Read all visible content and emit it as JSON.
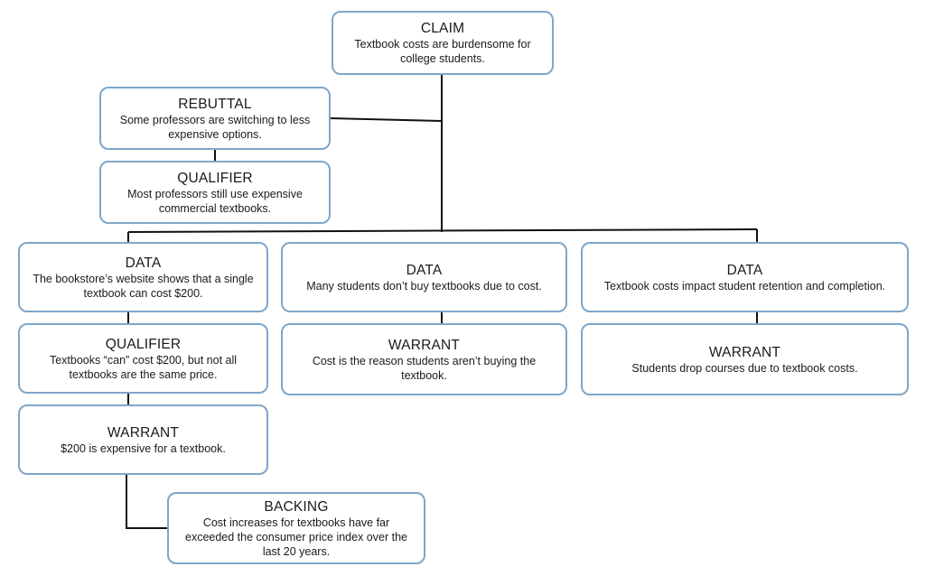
{
  "claim": {
    "title": "CLAIM",
    "text": "Textbook costs are burdensome for college students."
  },
  "rebuttal": {
    "title": "REBUTTAL",
    "text": "Some professors are switching to less expensive options."
  },
  "qualifier_top": {
    "title": "QUALIFIER",
    "text": "Most professors still use expensive commercial textbooks."
  },
  "data_1": {
    "title": "DATA",
    "text": "The bookstore’s website shows that a single textbook can cost $200."
  },
  "data_2": {
    "title": "DATA",
    "text": "Many students don’t buy textbooks due to cost."
  },
  "data_3": {
    "title": "DATA",
    "text": "Textbook costs impact student retention and completion."
  },
  "qualifier_1": {
    "title": "QUALIFIER",
    "text": "Textbooks “can” cost $200, but not all textbooks are the same price."
  },
  "warrant_1": {
    "title": "WARRANT",
    "text": "$200 is expensive for a textbook."
  },
  "warrant_2": {
    "title": "WARRANT",
    "text": "Cost is the reason students aren’t buying the textbook."
  },
  "warrant_3": {
    "title": "WARRANT",
    "text": "Students drop courses due to textbook costs."
  },
  "backing": {
    "title": "BACKING",
    "text": "Cost increases for textbooks have far exceeded the consumer price index over the last 20 years."
  }
}
